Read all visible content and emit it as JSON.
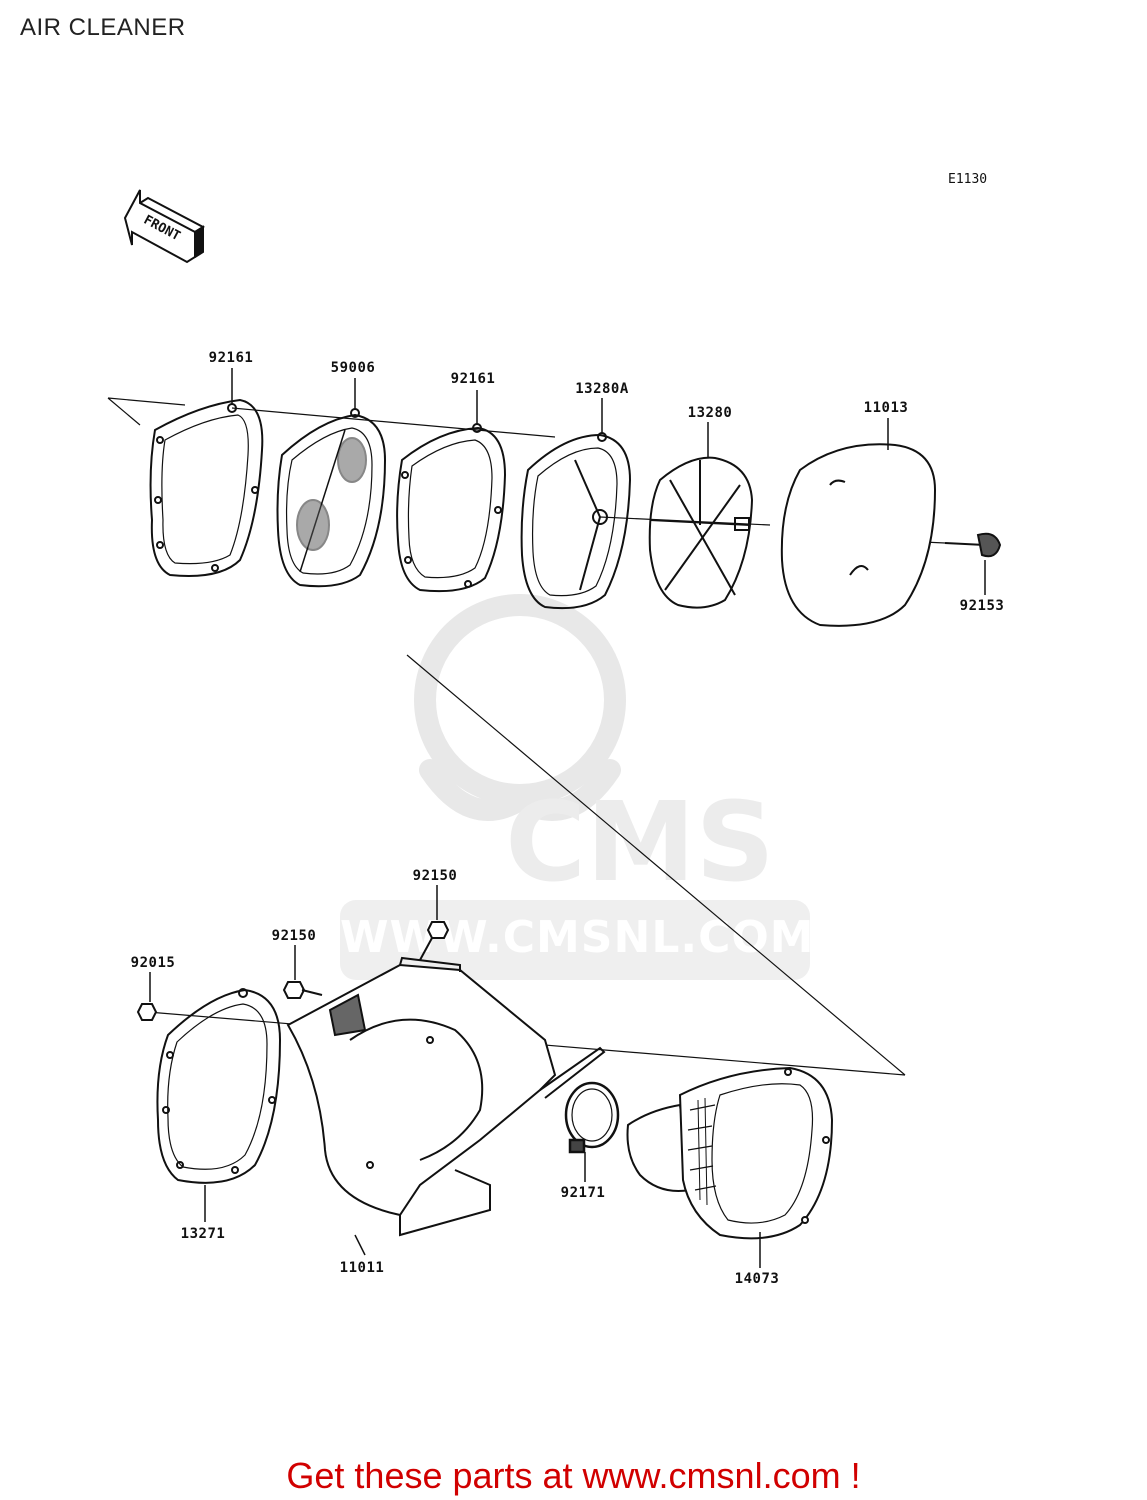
{
  "page": {
    "title": "AIR CLEANER",
    "diagram_code": "E1130",
    "front_marker": "FRONT",
    "footer": "Get these parts at www.cmsnl.com !"
  },
  "watermark": {
    "brand": "CMS",
    "url": "WWW.CMSNL.COM"
  },
  "parts": [
    {
      "id": "p-92161-a",
      "number": "92161"
    },
    {
      "id": "p-59006",
      "number": "59006"
    },
    {
      "id": "p-92161-b",
      "number": "92161"
    },
    {
      "id": "p-13280a",
      "number": "13280A"
    },
    {
      "id": "p-13280",
      "number": "13280"
    },
    {
      "id": "p-11013",
      "number": "11013"
    },
    {
      "id": "p-92153",
      "number": "92153"
    },
    {
      "id": "p-92150-a",
      "number": "92150"
    },
    {
      "id": "p-92150-b",
      "number": "92150"
    },
    {
      "id": "p-92015",
      "number": "92015"
    },
    {
      "id": "p-13271",
      "number": "13271"
    },
    {
      "id": "p-11011",
      "number": "11011"
    },
    {
      "id": "p-92171",
      "number": "92171"
    },
    {
      "id": "p-14073",
      "number": "14073"
    }
  ]
}
